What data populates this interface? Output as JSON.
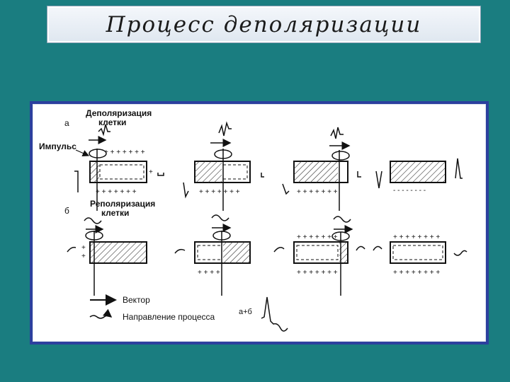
{
  "title": "Процесс деполяризации",
  "diagram": {
    "label_a": "а",
    "label_b": "б",
    "depolarization_line1": "Деполяризация",
    "depolarization_line2": "клетки",
    "impulse_label": "Импульс",
    "repolarization_line1": "Реполяризация",
    "repolarization_line2": "клетки",
    "legend_vector": "Вектор",
    "legend_direction": "Направление процесса",
    "sum_label": "а+б",
    "colors": {
      "background": "#1a7d80",
      "frame": "#2c3f9e",
      "ink": "#111111"
    }
  }
}
